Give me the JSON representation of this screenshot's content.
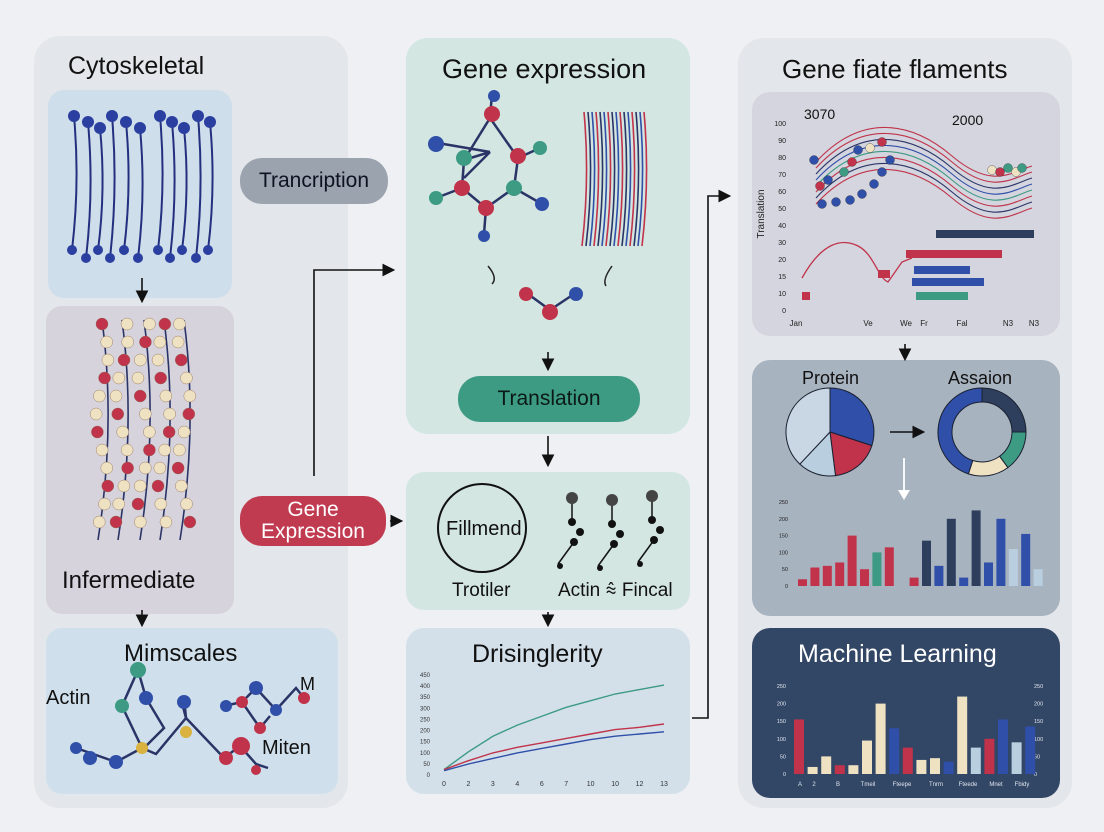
{
  "left": {
    "title": "Cytoskeletal",
    "transcription_label": "Trancription",
    "intermediate_label": "Infermediate",
    "microscales_title": "Mimscales",
    "actin_label": "Actin",
    "m_label": "M",
    "miten_label": "Miten"
  },
  "center": {
    "title": "Gene expression",
    "translation_label": "Translation",
    "gene_expression_label_line1": "Gene",
    "gene_expression_label_line2": "Expression",
    "filament_label": "Fillmend",
    "trotiler_label": "Trotiler",
    "actin_fincal_label": "Actin ⩯ Fincal",
    "line_chart_title": "Drisinglerity"
  },
  "right": {
    "title": "Gene fiate flaments",
    "chart_title_left": "3070",
    "chart_title_right": "2000",
    "protein_label": "Protein",
    "assaion_label": "Assaion",
    "ml_title": "Machine Learning"
  },
  "colors": {
    "blue": "#2f4fa8",
    "red": "#c0334a",
    "teal": "#3d9a83",
    "cream": "#efe2c2",
    "navy": "#2e3f5e",
    "light_blue": "#b9cfe0"
  },
  "chart_data": [
    {
      "type": "line",
      "title": "",
      "xlabel": "",
      "ylabel": "",
      "x_ticks": [
        "0",
        "2",
        "3",
        "4",
        "6",
        "7",
        "10",
        "10",
        "12",
        "13"
      ],
      "y_ticks": [
        "0",
        "50",
        "100",
        "150",
        "200",
        "250",
        "300",
        "350",
        "400",
        "450"
      ],
      "ylim": [
        0,
        450
      ],
      "x": [
        0,
        1,
        2,
        3,
        4,
        5,
        6,
        7,
        8,
        9
      ],
      "series": [
        {
          "color": "#3d9a83",
          "values": [
            20,
            100,
            170,
            220,
            260,
            300,
            330,
            360,
            380,
            400
          ]
        },
        {
          "color": "#c0334a",
          "values": [
            20,
            60,
            95,
            120,
            140,
            160,
            180,
            200,
            210,
            225
          ]
        },
        {
          "color": "#2f4fa8",
          "values": [
            15,
            45,
            70,
            95,
            115,
            135,
            155,
            170,
            180,
            190
          ]
        }
      ]
    },
    {
      "type": "line",
      "title": "",
      "ylabel": "Translation",
      "y_ticks": [
        "0",
        "10",
        "15",
        "20",
        "30",
        "40",
        "50",
        "60",
        "70",
        "80",
        "90",
        "100"
      ],
      "x_ticks": [
        "Jan",
        "Ve",
        "We",
        "Fr",
        "Fal",
        "N3",
        "N3"
      ],
      "ylim": [
        0,
        100
      ]
    },
    {
      "type": "pie",
      "title": "",
      "values": [
        30,
        18,
        14,
        38
      ],
      "colors": [
        "#2f4fa8",
        "#c0334a",
        "#b9cfe0",
        "#c9d6e3"
      ]
    },
    {
      "type": "pie",
      "title": "",
      "values": [
        25,
        15,
        15,
        45
      ],
      "colors": [
        "#2e3f5e",
        "#3d9a83",
        "#efe2c2",
        "#2f4fa8"
      ]
    },
    {
      "type": "bar",
      "title": "",
      "ylabel": "",
      "y_ticks": [
        "0",
        "50",
        "100",
        "150",
        "200",
        "250"
      ],
      "ylim": [
        0,
        250
      ],
      "values": [
        20,
        55,
        60,
        70,
        150,
        50,
        100,
        115,
        0,
        25,
        135,
        60,
        200,
        25,
        225,
        70,
        200,
        110,
        155,
        50
      ],
      "colors": [
        "#c0334a",
        "#c0334a",
        "#c0334a",
        "#c0334a",
        "#c0334a",
        "#c0334a",
        "#3d9a83",
        "#c0334a",
        "#c0334a",
        "#c0334a",
        "#2e3f5e",
        "#2f4fa8",
        "#2e3f5e",
        "#2f4fa8",
        "#2e3f5e",
        "#2f4fa8",
        "#2f4fa8",
        "#b9cfe0",
        "#2f4fa8",
        "#b9cfe0"
      ]
    },
    {
      "type": "bar",
      "title": "",
      "y_ticks": [
        "0",
        "50",
        "100",
        "150",
        "200",
        "250"
      ],
      "ylim": [
        0,
        250
      ],
      "categories": [
        "A",
        "2",
        "B",
        "Tmeil",
        "Fteepe",
        "Tnrm",
        "Fteede",
        "Mnet",
        "Fbidy"
      ],
      "values": [
        155,
        20,
        50,
        25,
        25,
        95,
        200,
        130,
        75,
        40,
        45,
        35,
        220,
        75,
        100,
        155,
        90,
        135
      ],
      "colors": [
        "#c0334a",
        "#efe2c2",
        "#efe2c2",
        "#c0334a",
        "#efe2c2",
        "#efe2c2",
        "#efe2c2",
        "#2f4fa8",
        "#c0334a",
        "#efe2c2",
        "#efe2c2",
        "#2f4fa8",
        "#efe2c2",
        "#b9cfe0",
        "#c0334a",
        "#2f4fa8",
        "#b9cfe0",
        "#2f4fa8"
      ]
    }
  ]
}
